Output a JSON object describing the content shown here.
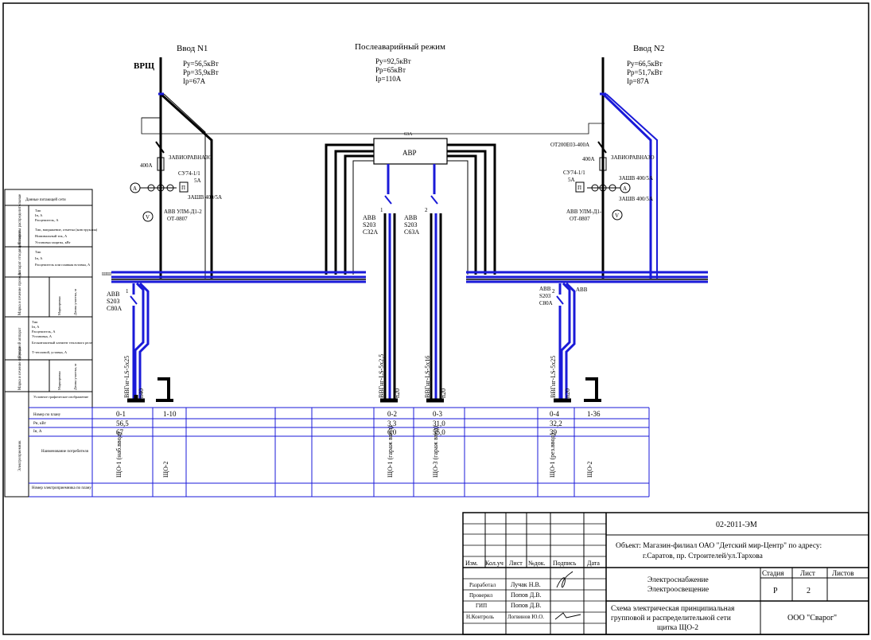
{
  "inputs": {
    "input1": {
      "title": "Ввод N1",
      "label": "ВРЩ",
      "py": "Ру=56,5кВт",
      "pp": "Рр=35,9кВт",
      "ip": "Iр=67А"
    },
    "input2": {
      "title": "Ввод N2",
      "py": "Ру=66,5кВт",
      "pp": "Рр=51,7кВт",
      "ip": "Iр=87А"
    },
    "emergency": {
      "title": "Послеаварийный режим",
      "py": "Ру=92,5кВт",
      "pp": "Рр=65кВт",
      "ip": "Iр=110А"
    }
  },
  "devices": {
    "left": {
      "breaker": "400A",
      "switch": "ЗАВИОРАВНАЗО",
      "meter": "СУ74-1/1",
      "meter_current": "5А",
      "tt": "ЗАШВ 400/5А",
      "counter": "АВВ УЛМ-Д1-2",
      "counter_code": "ОТ-0807",
      "ammeter": "A",
      "voltmeter": "V",
      "box": "П"
    },
    "right": {
      "rubilnik": "ОТ200Е03-400А",
      "breaker": "400A",
      "switch": "ЗАВИОРАВНАЗО",
      "meter": "СУ74-1/1",
      "meter_current": "5А",
      "tt1": "ЗАШВ 400/5А",
      "tt2": "ЗАШВ 400/5А",
      "counter": "АВВ УЛМ-Д1-2",
      "counter_code": "ОТ-0807",
      "ammeter": "A",
      "voltmeter": "V",
      "box": "П"
    },
    "avr": {
      "label": "АВР",
      "rating": "63А"
    },
    "avr_breakers": [
      {
        "num": "1",
        "brand": "АВВ",
        "model": "S203",
        "rating": "С32А"
      },
      {
        "num": "2",
        "brand": "АВВ",
        "model": "S203",
        "rating": "С63А"
      }
    ],
    "bus_left": {
      "brand": "АВВ",
      "model": "S203",
      "rating": "С80А",
      "num": "1",
      "top_label": "ШШ"
    },
    "bus_right": {
      "brand": "АВВ",
      "model": "S203",
      "rating": "С80А",
      "num": "2",
      "extra": "АВВ"
    }
  },
  "cables": [
    {
      "spec": "ВВГнг-LS-5х25",
      "len": "n40"
    },
    {
      "spec": "ВВГнг-LS-5х2,5",
      "len": "n20"
    },
    {
      "spec": "ВВГнг-LS-5х16",
      "len": "n20"
    },
    {
      "spec": "ВВГнг-LS-5х25",
      "len": "n20"
    }
  ],
  "left_table": {
    "header": "Данные питающей сети",
    "groups": [
      {
        "title": "Аппараты распределительные",
        "rows": [
          "Тип",
          "Iн, А",
          "Расцепитель, А"
        ]
      },
      {
        "title": "Аппараты защиты",
        "rows": [
          "Тип, напряжение, отметка (конструкция)",
          "Номинальный ток, А",
          "Установка защиты, кВт"
        ]
      },
      {
        "title": "Аппарат отходящей линии",
        "rows": [
          "Тип",
          "Iн, А",
          "Расцепитель или плавкая вставка, А"
        ]
      },
      {
        "title": "Марка и сечение провода",
        "rows": [
          "Маркировка",
          "Длина участка, м"
        ]
      },
      {
        "title": "Пусковой аппарат",
        "rows": [
          "Тип",
          "Iн, А",
          "Расцепитель, А",
          "Установка, А",
          "Бесконтактный элемент теплового реле",
          "Т-тепловой, уставка, А"
        ]
      },
      {
        "title": "Марка и сечение провода",
        "rows": [
          "Маркировка",
          "Длина участка, м"
        ]
      },
      {
        "title": "Электроприемник",
        "rows": [
          "Условное графическое изображение",
          "Номер по плану",
          "Рн, кВт",
          "Iн, А",
          "Наименование потребителя",
          "Номер электроприемника по плану"
        ]
      }
    ]
  },
  "consumers": [
    {
      "num": "0-1",
      "pn": "56,5",
      "in": "67",
      "name": "ЩО-1 (наб.ввод)"
    },
    {
      "num": "1-10",
      "pn": "",
      "in": "",
      "name": "ЩО-2"
    },
    {
      "num": "0-2",
      "pn": "3,3",
      "in": "6,0",
      "name": "ЩО-1 (гараж ввод)"
    },
    {
      "num": "0-3",
      "pn": "31,0",
      "in": "55,0",
      "name": "ЩО-3 (гараж ввод)"
    },
    {
      "num": "0-4",
      "pn": "32,2",
      "in": "39",
      "name": "ЩО-1 (рез.ввод)"
    },
    {
      "num": "1-36",
      "pn": "",
      "in": "",
      "name": "ЩО-2"
    }
  ],
  "title_block": {
    "code": "02-2011-ЭМ",
    "object_line1": "Объект: Магазин-филиал ОАО \"Детский мир-Центр\" по адресу:",
    "object_line2": "г.Саратов, пр. Строителей/ул.Тархова",
    "headers": [
      "Изм.",
      "Кол.уч",
      "Лист",
      "№док.",
      "Подпись",
      "Дата"
    ],
    "roles": [
      {
        "role": "Разработал",
        "name": "Лучак Н.В."
      },
      {
        "role": "Проверил",
        "name": "Попов Д.В."
      },
      {
        "role": "ГИП",
        "name": "Попов Д.В."
      },
      {
        "role": "Н.Контроль",
        "name": "Логвинов Ю.О."
      }
    ],
    "section_line1": "Электроснабжение",
    "section_line2": "Электроосвещение",
    "stage_label": "Стадия",
    "sheet_label": "Лист",
    "sheets_label": "Листов",
    "stage": "Р",
    "sheet": "2",
    "sheets": "",
    "drawing_line1": "Схема электрическая принципиальная",
    "drawing_line2": "групповой и распределительной сети",
    "drawing_line3": "щитка ЩО-2",
    "company": "ООО \"Сварог\""
  }
}
